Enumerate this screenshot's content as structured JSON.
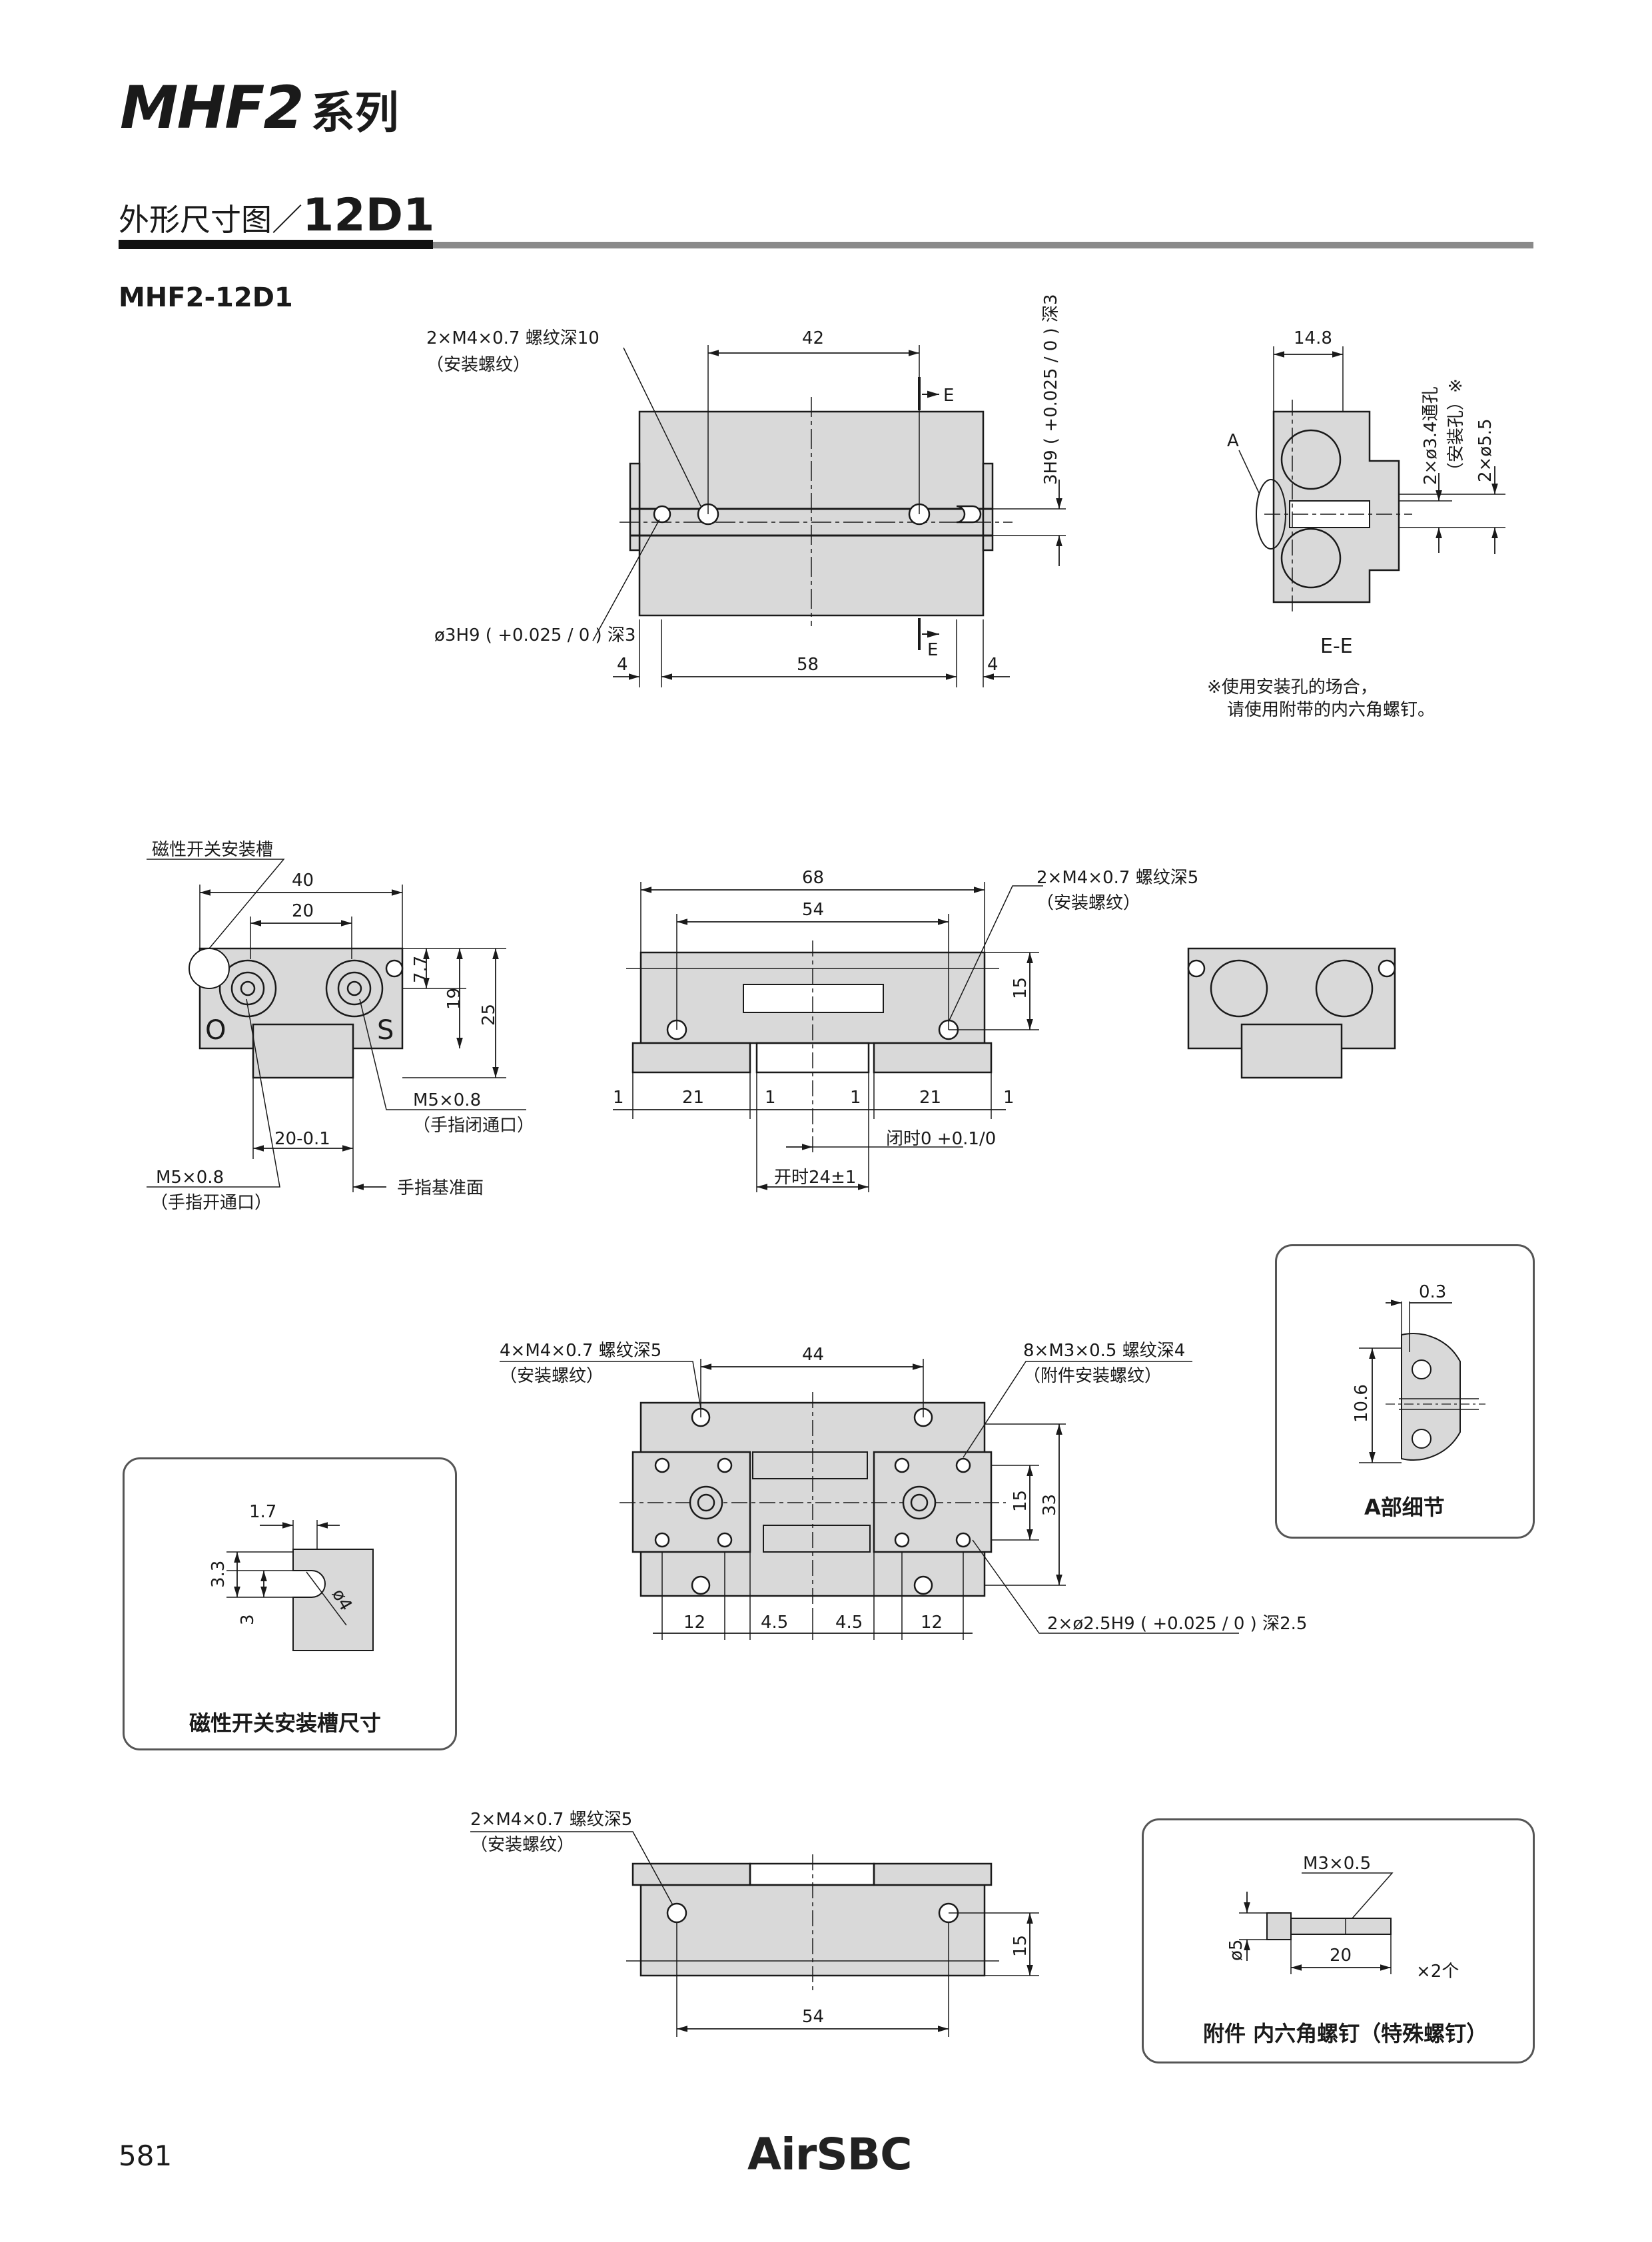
{
  "header": {
    "model": "MHF2",
    "suffix": "系列",
    "section_prefix": "外形尺寸图／",
    "section_code": "12D1",
    "model_label": "MHF2-12D1"
  },
  "views": {
    "top": {
      "callout_thread": "2×M4×0.7 螺纹深10",
      "callout_thread_sub": "（安装螺纹）",
      "callout_pin": "ø3H9 ( +0.025 / 0 ) 深3",
      "dim_42": "42",
      "dim_58": "58",
      "dim_4_left": "4",
      "dim_4_right": "4",
      "dim_3h9": "3H9 ( +0.025 / 0 ) 深3",
      "section_mark_top": "E",
      "section_mark_bottom": "E"
    },
    "section_ee": {
      "dim_14_8": "14.8",
      "label_a": "A",
      "dim_hole": "2×ø3.4通孔",
      "dim_hole_sub": "（安装孔）※",
      "dim_5_5": "2×ø5.5",
      "caption": "E-E",
      "note_1": "※使用安装孔的场合，",
      "note_2": "请使用附带的内六角螺钉。"
    },
    "side": {
      "callout_slot": "磁性开关安装槽",
      "dim_40": "40",
      "dim_20": "20",
      "dim_7_7": "7.7",
      "dim_19": "19",
      "dim_25": "25",
      "label_o": "O",
      "label_s": "S",
      "callout_close": "M5×0.8",
      "callout_close_sub": "（手指闭通口）",
      "dim_20_tol": "20-0.1",
      "callout_open": "M5×0.8",
      "callout_open_sub": "（手指开通口）",
      "finger_ref": "手指基准面"
    },
    "front": {
      "dim_68": "68",
      "dim_54": "54",
      "callout_thread": "2×M4×0.7 螺纹深5",
      "callout_thread_sub": "（安装螺纹）",
      "dim_15": "15",
      "dim_1a": "1",
      "dim_21a": "21",
      "dim_1b": "1",
      "dim_1c": "1",
      "dim_21b": "21",
      "dim_1d": "1",
      "closed": "闭时0 +0.1/0",
      "open": "开时24±1"
    },
    "bottom": {
      "callout_thread": "4×M4×0.7 螺纹深5",
      "callout_thread_sub": "（安装螺纹）",
      "dim_44": "44",
      "callout_m3": "8×M3×0.5 螺纹深4",
      "callout_m3_sub": "（附件安装螺纹）",
      "dim_15": "15",
      "dim_33": "33",
      "dim_12a": "12",
      "dim_4_5a": "4.5",
      "dim_4_5b": "4.5",
      "dim_12b": "12",
      "callout_pin": "2×ø2.5H9 ( +0.025 / 0 ) 深2.5"
    },
    "rear": {
      "callout_thread": "2×M4×0.7 螺纹深5",
      "callout_thread_sub": "（安装螺纹）",
      "dim_15": "15",
      "dim_54": "54"
    }
  },
  "detail_boxes": {
    "slot": {
      "caption": "磁性开关安装槽尺寸",
      "dim_1_7": "1.7",
      "dim_3_3": "3.3",
      "dim_3": "3",
      "dim_d4": "ø4"
    },
    "a_detail": {
      "caption": "A部细节",
      "dim_0_3": "0.3",
      "dim_10_6": "10.6"
    },
    "screw": {
      "caption": "附件 内六角螺钉（特殊螺钉）",
      "dim_m3": "M3×0.5",
      "dim_d5": "ø5",
      "dim_20": "20",
      "qty": "×2个"
    }
  },
  "footer": {
    "page_number": "581",
    "logo": "AirSBC"
  },
  "colors": {
    "part_fill": "#d9d9d9",
    "line": "#1a1a1a",
    "rule": "#8a8a8a"
  }
}
